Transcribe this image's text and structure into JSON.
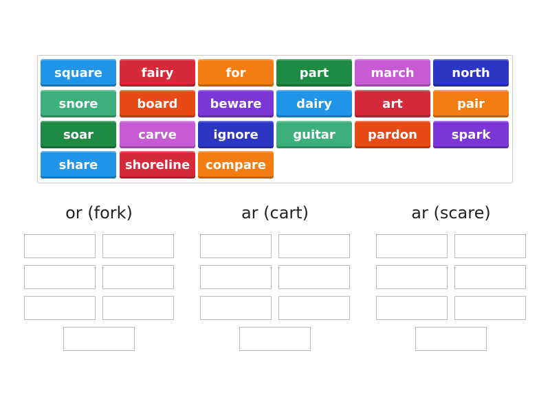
{
  "word_bank": [
    {
      "word": "square",
      "color": "#2196e8"
    },
    {
      "word": "fairy",
      "color": "#d62a3a"
    },
    {
      "word": "for",
      "color": "#f47d12"
    },
    {
      "word": "part",
      "color": "#1e8a43"
    },
    {
      "word": "march",
      "color": "#c65bd4"
    },
    {
      "word": "north",
      "color": "#2d36c4"
    },
    {
      "word": "snore",
      "color": "#3bb07a"
    },
    {
      "word": "board",
      "color": "#e84a15"
    },
    {
      "word": "beware",
      "color": "#7c36d8"
    },
    {
      "word": "dairy",
      "color": "#2196e8"
    },
    {
      "word": "art",
      "color": "#d62a3a"
    },
    {
      "word": "pair",
      "color": "#f47d12"
    },
    {
      "word": "soar",
      "color": "#1e8a43"
    },
    {
      "word": "carve",
      "color": "#c65bd4"
    },
    {
      "word": "ignore",
      "color": "#2d36c4"
    },
    {
      "word": "guitar",
      "color": "#3bb07a"
    },
    {
      "word": "pardon",
      "color": "#e84a15"
    },
    {
      "word": "spark",
      "color": "#7c36d8"
    },
    {
      "word": "share",
      "color": "#2196e8"
    },
    {
      "word": "shoreline",
      "color": "#d62a3a"
    },
    {
      "word": "compare",
      "color": "#f47d12"
    }
  ],
  "groups": [
    {
      "title": "or (fork)"
    },
    {
      "title": "ar (cart)"
    },
    {
      "title": "ar (scare)"
    }
  ]
}
